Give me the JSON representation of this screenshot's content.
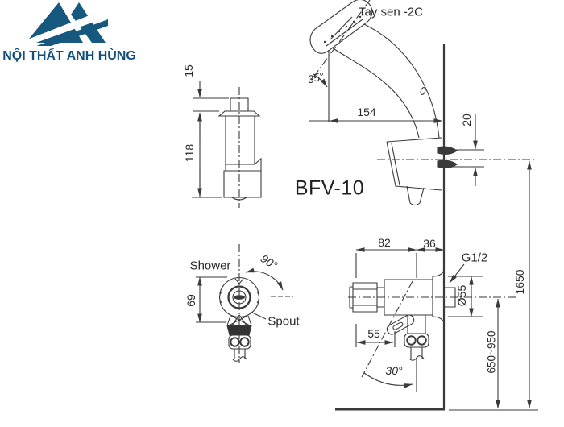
{
  "logo": {
    "text": "NỘI THẤT ANH HÙNG",
    "brand_color": "#17587e"
  },
  "diagram": {
    "model_label": "BFV-10",
    "handheld_shower_label": "Tay sen -2C",
    "shower_position_label": "Shower",
    "spout_position_label": "Spout",
    "thread_size_label": "G1/2",
    "dimensions": {
      "cap_height": "15",
      "valve_body_height": "118",
      "head_angle": "35°",
      "head_reach": "154",
      "hook_pin_gap": "20",
      "handle_height": "69",
      "handle_rotation": "90°",
      "body_length": "82",
      "wall_inset": "36",
      "flange_diameter": "Ø55",
      "lever_offset": "55",
      "lever_angle": "30°",
      "faucet_height_range": "650~950",
      "shower_hook_height": "1650"
    },
    "line_color": "#3a3a3a"
  }
}
